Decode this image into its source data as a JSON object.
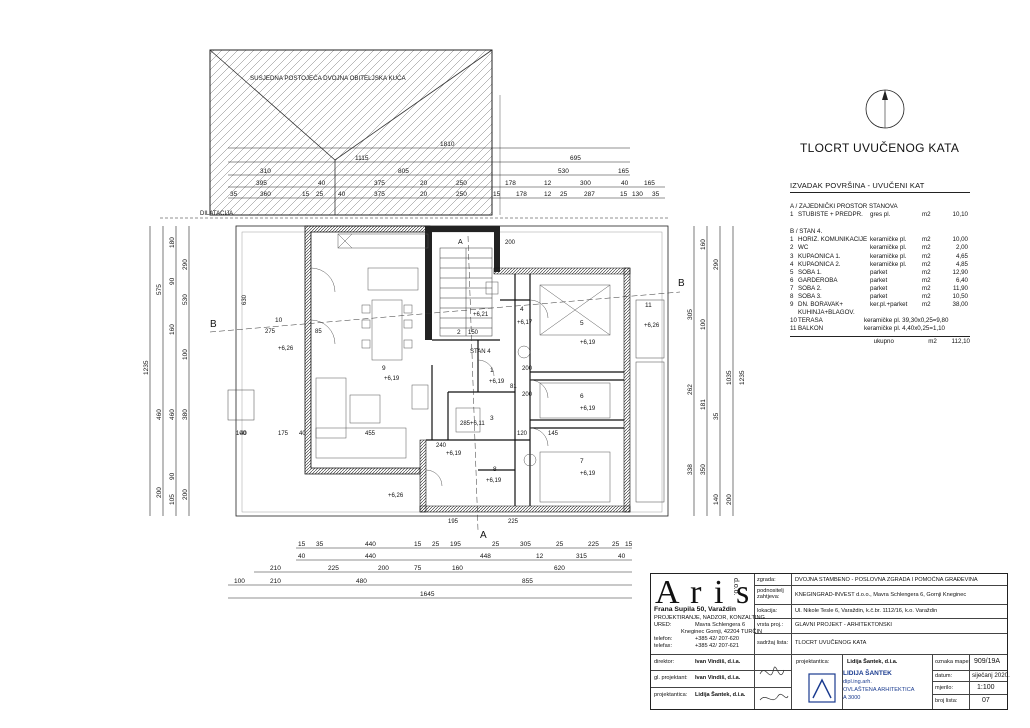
{
  "plan": {
    "title": "TLOCRT UVUČENOG KATA",
    "neighbour_label": "SUSJEDNA POSTOJEĆA DVOJNA OBITELJSKA KUĆA",
    "dilatation_label": "DILATACIJA",
    "apartment_label": "STAN 4",
    "section_marks": [
      "B",
      "B",
      "A",
      "A"
    ],
    "top_total": "1810",
    "top_dims_1": [
      "1115",
      "695"
    ],
    "top_dims_2": [
      "310",
      "805",
      "530",
      "165"
    ],
    "top_dims_3": [
      "395",
      "40",
      "375",
      "20",
      "250",
      "178",
      "12",
      "300",
      "40",
      "165"
    ],
    "top_dims_4": [
      "35",
      "360",
      "15",
      "25",
      "40",
      "375",
      "20",
      "250",
      "15",
      "178",
      "12",
      "25",
      "287",
      "15",
      "130",
      "35"
    ],
    "left_total": "1235",
    "left_dims": [
      "575",
      "460",
      "200"
    ],
    "left_dims_inner": [
      "180",
      "290",
      "90",
      "530",
      "160",
      "100",
      "460",
      "380",
      "90",
      "105",
      "200"
    ],
    "right_total": "1235",
    "right_dims": [
      "1035",
      "200"
    ],
    "right_dims_inner": [
      "160",
      "290",
      "305",
      "100",
      "262",
      "181",
      "35",
      "350",
      "338",
      "140"
    ],
    "bottom_dims_1": [
      "15",
      "35",
      "440",
      "15",
      "25",
      "195",
      "25",
      "305",
      "25",
      "225",
      "25",
      "15"
    ],
    "bottom_dims_2": [
      "40",
      "440",
      "448",
      "12",
      "315",
      "40"
    ],
    "bottom_dims_3": [
      "210",
      "225",
      "200",
      "75",
      "160",
      "620"
    ],
    "bottom_dims_4": [
      "100",
      "210",
      "480",
      "855"
    ],
    "bottom_total": "1645",
    "inner_dims": [
      "275",
      "85",
      "40",
      "175",
      "455",
      "150",
      "200",
      "240",
      "285",
      "120",
      "200",
      "145",
      "81",
      "200",
      "40",
      "100",
      "630",
      "225",
      "195"
    ],
    "room_numbers": [
      "10",
      "9",
      "1",
      "2",
      "3",
      "4",
      "5",
      "6",
      "7",
      "8",
      "11",
      "A"
    ],
    "levels": [
      "+6,26",
      "+6,19",
      "+6,21",
      "+6,17",
      "+6,19",
      "+6,19",
      "+6,19",
      "+6,19",
      "+6,11",
      "+6,19",
      "+6,19",
      "+6,26",
      "+6,26"
    ]
  },
  "legend": {
    "header": "IZVADAK POVRŠINA  -  UVUČENI KAT",
    "section_a": "A / ZAJEDNIČKI PROSTOR STANOVA",
    "rows_a": [
      {
        "n": "1",
        "name": "STUBIŠTE + PREDPR.",
        "floor": "gres pl.",
        "unit": "m2",
        "area": "10,10"
      }
    ],
    "section_b": "B / STAN 4.",
    "rows_b": [
      {
        "n": "1",
        "name": "HORIZ. KOMUNIKACIJE",
        "floor": "keramičke pl.",
        "unit": "m2",
        "area": "10,00"
      },
      {
        "n": "2",
        "name": "WC",
        "floor": "keramičke pl.",
        "unit": "m2",
        "area": "2,00"
      },
      {
        "n": "3",
        "name": "KUPAONICA 1.",
        "floor": "keramičke pl.",
        "unit": "m2",
        "area": "4,65"
      },
      {
        "n": "4",
        "name": "KUPAONICA 2.",
        "floor": "keramičke pl.",
        "unit": "m2",
        "area": "4,85"
      },
      {
        "n": "5",
        "name": "SOBA 1.",
        "floor": "parket",
        "unit": "m2",
        "area": "12,90"
      },
      {
        "n": "6",
        "name": "GARDEROBA",
        "floor": "parket",
        "unit": "m2",
        "area": "6,40"
      },
      {
        "n": "7",
        "name": "SOBA 2.",
        "floor": "parket",
        "unit": "m2",
        "area": "11,90"
      },
      {
        "n": "8",
        "name": "SOBA 3.",
        "floor": "parket",
        "unit": "m2",
        "area": "10,50"
      },
      {
        "n": "9",
        "name": "DN. BORAVAK+",
        "floor": "ker.pl.+parket",
        "unit": "m2",
        "area": "38,00"
      }
    ],
    "row9_cont": "KUHINJA+BLAGOV.",
    "row_10": {
      "n": "10",
      "name": "TERASA",
      "calc": "keramičke pl.   39,30x0,25=9,80"
    },
    "row_11": {
      "n": "11",
      "name": "BALKON",
      "calc": "keramičke pl.   4,40x0,25=1,10"
    },
    "total_label": "ukupno",
    "total_unit": "m2",
    "total_value": "112,10"
  },
  "title_block": {
    "logo": "A r i s",
    "logo_side": "d.o.o.",
    "company": "Frana Supila 50, Varaždin",
    "company_sub": "PROJEKTIRANJE, NADZOR, KONZALTING",
    "ured_label": "URED:",
    "ured_addr": "Mavra Schlengera 6",
    "ured_city": "Kneginec Gornji, 42204 TURČIN",
    "tel_label": "telefon:",
    "tel": "+385 42/ 207-620",
    "fax_label": "telefax:",
    "fax": "+385 42/ 207-621",
    "labels": {
      "zgrada": "zgrada:",
      "podnositelj": "podnositelj zahtjeva:",
      "lokacija": "lokacija:",
      "vrsta": "vrsta proj.:",
      "sadrzaj": "sadržaj lista:"
    },
    "values": {
      "zgrada": "DVOJNA STAMBENO - POSLOVNA ZGRADA I POMOĆNA GRAĐEVINA",
      "podnositelj": "KNEGINGRAD-INVEST d.o.o., Mavra Schlengera 6, Gornji Kneginec",
      "lokacija": "Ul. Nikole Tesle 6, Varaždin, k.č.br. 1112/16, k.o. Varaždin",
      "vrsta": "GLAVNI PROJEKT - ARHITEKTONSKI",
      "sadrzaj": "TLOCRT UVUČENOG KATA"
    },
    "direktor_label": "direktor:",
    "direktor": "Ivan Vindiš, d.i.a.",
    "gl_label": "gl. projektant:",
    "gl": "Ivan Vindiš, d.i.a.",
    "proj_label": "projektantica:",
    "proj": "Lidija Šantek, d.i.a.",
    "projektantica2_label": "projektantica:",
    "projektantica2": "Lidija Šantek, d.i.a.",
    "stamp_name": "LIDIJA ŠANTEK",
    "stamp_title": "dipl.ing.arh.",
    "stamp_role": "OVLAŠTENA ARHITEKTICA",
    "stamp_no": "A 3000",
    "oznaka_label": "oznaka mape:",
    "oznaka": "909/19A",
    "datum_label": "datum:",
    "datum": "siječanj 2020.",
    "mjerilo_label": "mjerilo:",
    "mjerilo": "1:100",
    "broj_label": "broj lista:",
    "broj": "07"
  }
}
